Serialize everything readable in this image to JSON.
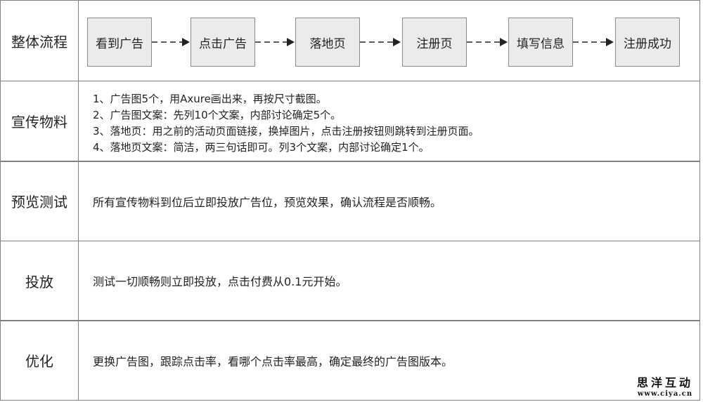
{
  "rows": [
    {
      "label": "整体流程",
      "steps": [
        "看到广告",
        "点击广告",
        "落地页",
        "注册页",
        "填写信息",
        "注册成功"
      ]
    },
    {
      "label": "宣传物料",
      "lines": [
        "1、广告图5个，用Axure画出来，再按尺寸截图。",
        "2、广告图文案：先列10个文案，内部讨论确定5个。",
        "3、落地页：用之前的活动页面链接，换掉图片，点击注册按钮则跳转到注册页面。",
        "4、落地页文案：简洁，两三句话即可。列3个文案，内部讨论确定1个。"
      ]
    },
    {
      "label": "预览测试",
      "text": "所有宣传物料到位后立即投放广告位，预览效果，确认流程是否顺畅。"
    },
    {
      "label": "投放",
      "text": "测试一切顺畅则立即投放，点击付费从0.1元开始。"
    },
    {
      "label": "优化",
      "text": "更换广告图，跟踪点击率，看哪个点击率最高，确定最终的广告图版本。"
    }
  ],
  "watermark": {
    "line1": "思洋互动",
    "line2": "www.ciya.cn"
  }
}
